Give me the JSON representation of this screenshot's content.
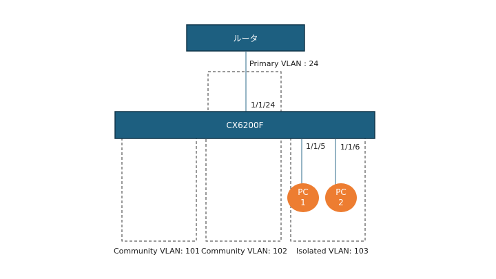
{
  "colors": {
    "device_fill": "#1d5f80",
    "device_border": "#12374a",
    "pc_fill": "#ed7d31",
    "link": "#2b6a8a",
    "dashed": "#333333"
  },
  "router": {
    "label": "ルータ"
  },
  "switch": {
    "label": "CX6200F"
  },
  "uplink": {
    "vlan_label": "Primary VLAN : 24",
    "port": "1/1/24"
  },
  "ports": {
    "pc1": "1/1/5",
    "pc2": "1/1/6"
  },
  "pcs": [
    {
      "line1": "PC",
      "line2": "1"
    },
    {
      "line1": "PC",
      "line2": "2"
    }
  ],
  "vlans": [
    {
      "label": "Community VLAN: 101"
    },
    {
      "label": "Community VLAN: 102"
    },
    {
      "label": "Isolated VLAN: 103"
    }
  ]
}
